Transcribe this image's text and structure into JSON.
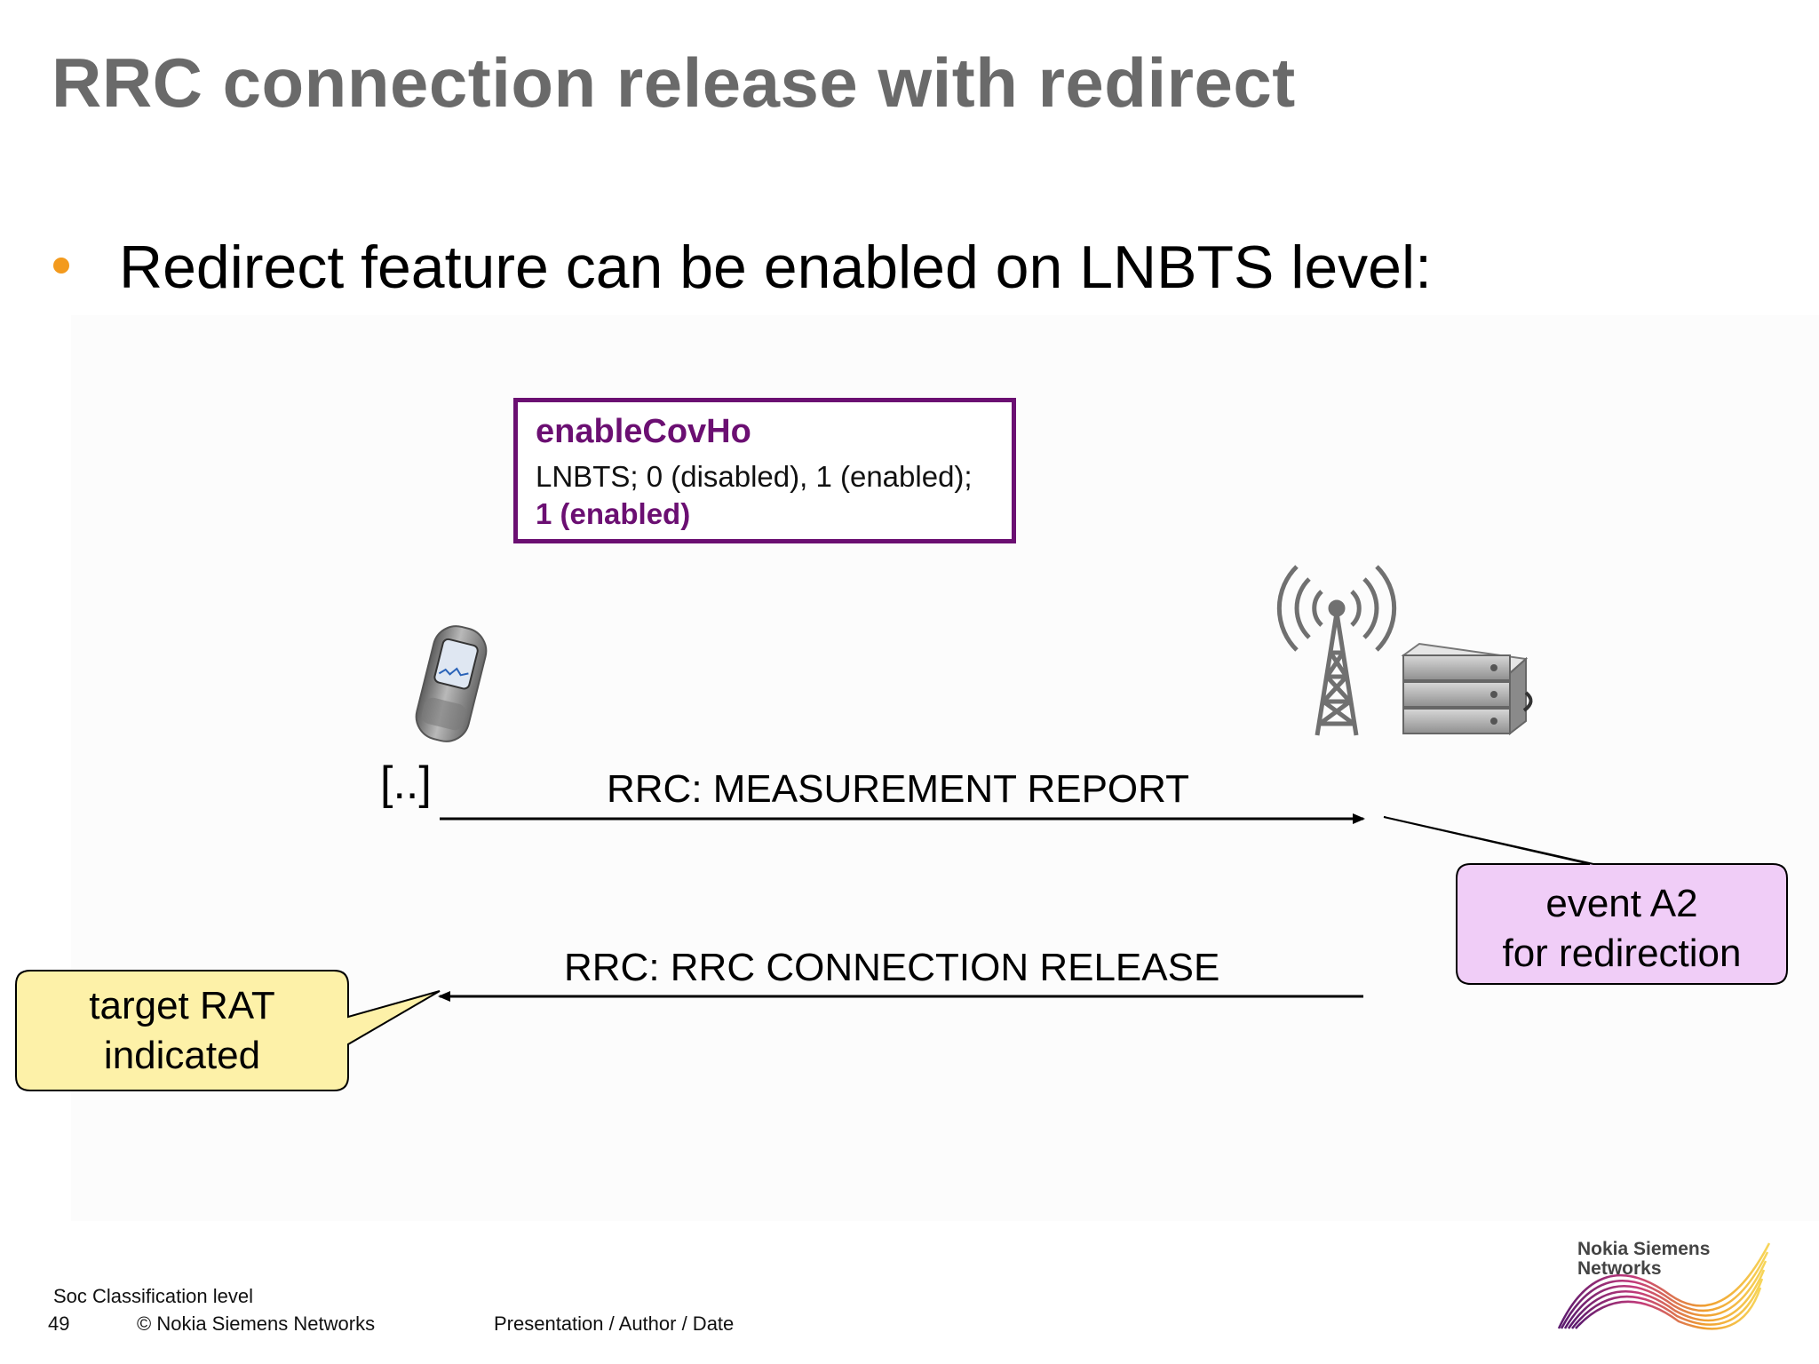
{
  "slide": {
    "title": "RRC connection release with redirect",
    "bullet": "Redirect feature can be enabled on LNBTS level:"
  },
  "parameter": {
    "name": "enableCovHo",
    "description": "LNBTS; 0 (disabled), 1 (enabled);",
    "default": "1 (enabled)"
  },
  "diagram": {
    "ellipsis": "[..]",
    "message_1": "RRC: MEASUREMENT REPORT",
    "message_2": "RRC: RRC CONNECTION RELEASE",
    "callout_ue": {
      "line1": "target RAT",
      "line2": "indicated"
    },
    "callout_enb": {
      "line1": "event A2",
      "line2": "for redirection"
    }
  },
  "footer": {
    "classification": "Soc Classification level",
    "page_number": "49",
    "copyright": "© Nokia Siemens Networks",
    "presentation": "Presentation / Author / Date",
    "logo_line1": "Nokia Siemens",
    "logo_line2": "Networks"
  },
  "colors": {
    "title": "#6a6a6a",
    "bullet": "#f39a1d",
    "param_accent": "#6b0f72",
    "callout_ue_fill": "#fdf1a8",
    "callout_enb_fill": "#f0cdf7"
  },
  "icons": [
    "mobile-phone-icon",
    "antenna-tower-icon",
    "base-station-cabinet-icon",
    "nsn-logo-wave"
  ]
}
